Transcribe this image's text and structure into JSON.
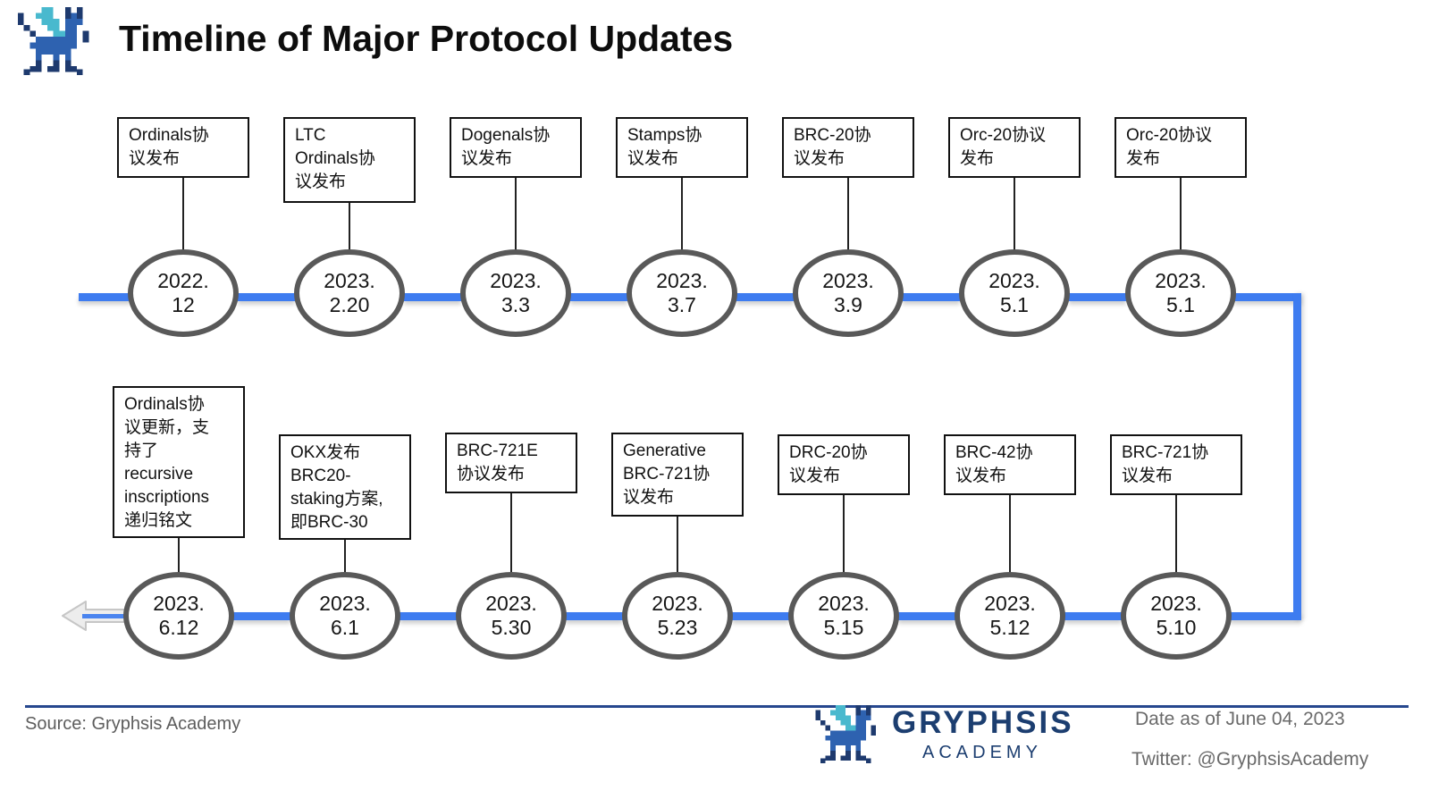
{
  "header": {
    "title": "Timeline of Major Protocol Updates",
    "logo_icon": "pixel-dragon-logo"
  },
  "timeline": {
    "line_color": "#3e7cf0",
    "circle_border_color": "#595959",
    "top_row": [
      {
        "label": "Ordinals协\n议发布",
        "date_top": "2022.",
        "date_bottom": "12"
      },
      {
        "label": "LTC\nOrdinals协\n议发布",
        "date_top": "2023.",
        "date_bottom": "2.20"
      },
      {
        "label": "Dogenals协\n议发布",
        "date_top": "2023.",
        "date_bottom": "3.3"
      },
      {
        "label": "Stamps协\n议发布",
        "date_top": "2023.",
        "date_bottom": "3.7"
      },
      {
        "label": "BRC-20协\n议发布",
        "date_top": "2023.",
        "date_bottom": "3.9"
      },
      {
        "label": "Orc-20协议\n发布",
        "date_top": "2023.",
        "date_bottom": "5.1"
      },
      {
        "label": "Orc-20协议\n发布",
        "date_top": "2023.",
        "date_bottom": "5.1"
      }
    ],
    "bottom_row": [
      {
        "label": "Ordinals协\n议更新，支\n持了\nrecursive\ninscriptions\n递归铭文",
        "date_top": "2023.",
        "date_bottom": "6.12"
      },
      {
        "label": "OKX发布\nBRC20-\nstaking方案,\n即BRC-30",
        "date_top": "2023.",
        "date_bottom": "6.1"
      },
      {
        "label": "BRC-721E\n协议发布",
        "date_top": "2023.",
        "date_bottom": "5.30"
      },
      {
        "label": "Generative\nBRC-721协\n议发布",
        "date_top": "2023.",
        "date_bottom": "5.23"
      },
      {
        "label": "DRC-20协\n议发布",
        "date_top": "2023.",
        "date_bottom": "5.15"
      },
      {
        "label": "BRC-42协\n议发布",
        "date_top": "2023.",
        "date_bottom": "5.12"
      },
      {
        "label": "BRC-721协\n议发布",
        "date_top": "2023.",
        "date_bottom": "5.10"
      }
    ]
  },
  "footer": {
    "source": "Source: Gryphsis Academy",
    "brand_name": "GRYPHSIS",
    "brand_sub": "ACADEMY",
    "date_note": "Date as of June 04, 2023",
    "twitter": "Twitter: @GryphsisAcademy",
    "logo_icon": "pixel-dragon-logo"
  }
}
